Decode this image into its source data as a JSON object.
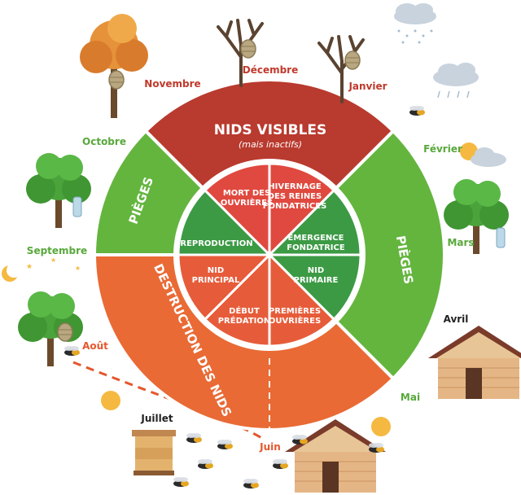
{
  "title": "",
  "colors": {
    "dark_red": "#b93a2e",
    "orange": "#e96a35",
    "green": "#64b53e",
    "inner_red": "#e0493f",
    "inner_orange": "#e65c3a",
    "inner_green": "#3c9a44",
    "month_red": "#c0392b",
    "month_green": "#58a83b",
    "month_orange": "#e4572e"
  },
  "outer_segments": {
    "nids_visibles": "NIDS VISIBLES",
    "mais_inactifs": "(mais inactifs)",
    "pieges_left": "PIÈGES",
    "pieges_right": "PIÈGES",
    "destruction": "DESTRUCTION DES NIDS"
  },
  "inner_segments": [
    {
      "lines": [
        "MORT DES",
        "OUVRIÈRES"
      ],
      "color": "inner_red"
    },
    {
      "lines": [
        "HIVERNAGE",
        "DES REINES",
        "FONDATRICES"
      ],
      "color": "inner_red"
    },
    {
      "lines": [
        "ÉMERGENCE",
        "FONDATRICE"
      ],
      "color": "inner_green"
    },
    {
      "lines": [
        "NID",
        "PRIMAIRE"
      ],
      "color": "inner_green"
    },
    {
      "lines": [
        "PREMIÈRES",
        "OUVRIÈRES"
      ],
      "color": "inner_orange"
    },
    {
      "lines": [
        "DÉBUT",
        "PRÉDATION"
      ],
      "color": "inner_orange"
    },
    {
      "lines": [
        "NID",
        "PRINCIPAL"
      ],
      "color": "inner_orange"
    },
    {
      "lines": [
        "REPRODUCTION"
      ],
      "color": "inner_green"
    }
  ],
  "months": {
    "decembre": "Décembre",
    "novembre": "Novembre",
    "janvier": "Janvier",
    "octobre": "Octobre",
    "fevrier": "Février",
    "mars": "Mars",
    "septembre": "Septembre",
    "avril": "Avril",
    "aout": "Août",
    "mai": "Mai",
    "juillet": "Juillet",
    "juin": "Juin"
  },
  "icons": [
    "tree-icon",
    "hornet-nest-icon",
    "trap-icon",
    "hornet-icon",
    "cloud-icon",
    "rain-icon",
    "snow-icon",
    "sun-icon",
    "moon-icon",
    "star-icon",
    "beehive-icon",
    "bee-house-icon"
  ]
}
